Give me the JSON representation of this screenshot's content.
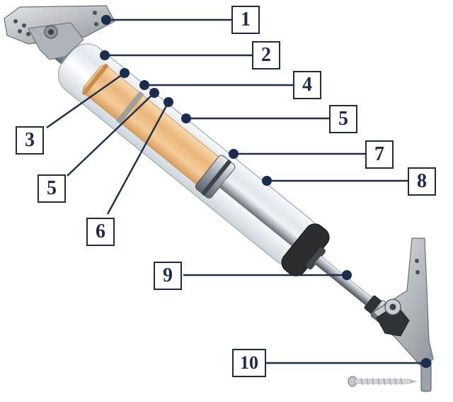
{
  "diagram": {
    "callouts": [
      {
        "id": "c1",
        "label": "1"
      },
      {
        "id": "c2",
        "label": "2"
      },
      {
        "id": "c3",
        "label": "3"
      },
      {
        "id": "c4",
        "label": "4"
      },
      {
        "id": "c5a",
        "label": "5"
      },
      {
        "id": "c5b",
        "label": "5"
      },
      {
        "id": "c6",
        "label": "6"
      },
      {
        "id": "c7",
        "label": "7"
      },
      {
        "id": "c8",
        "label": "8"
      },
      {
        "id": "c9",
        "label": "9"
      },
      {
        "id": "c10",
        "label": "10"
      }
    ],
    "colors": {
      "navy": "#1c2c4c",
      "oil": "#f2c78f",
      "metal": "#b9bec4",
      "glass": "#e9eff3"
    },
    "illustration": "gas spring / hydraulic door closer with mounting brackets and screw"
  }
}
